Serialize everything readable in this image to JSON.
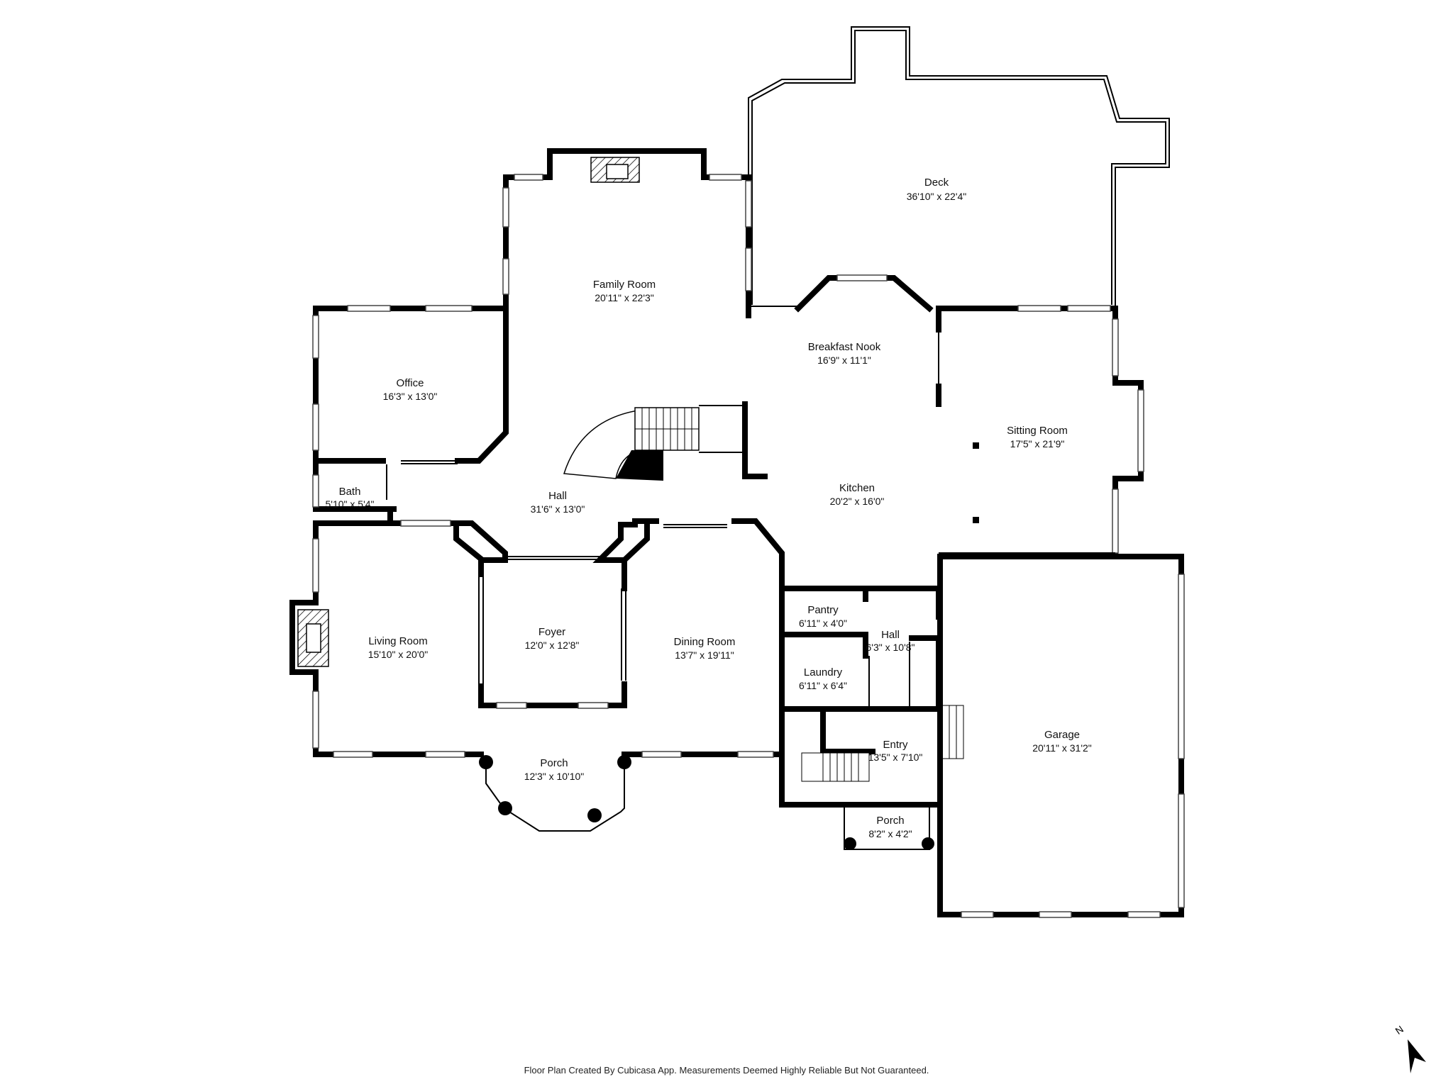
{
  "rooms": {
    "deck": {
      "name": "Deck",
      "dims": "36'10\" x 22'4\""
    },
    "family": {
      "name": "Family Room",
      "dims": "20'11\" x 22'3\""
    },
    "office": {
      "name": "Office",
      "dims": "16'3\" x 13'0\""
    },
    "breakfast": {
      "name": "Breakfast Nook",
      "dims": "16'9\" x 11'1\""
    },
    "sitting": {
      "name": "Sitting Room",
      "dims": "17'5\" x 21'9\""
    },
    "bath": {
      "name": "Bath",
      "dims": "5'10\" x 5'4\""
    },
    "hall_main": {
      "name": "Hall",
      "dims": "31'6\" x 13'0\""
    },
    "kitchen": {
      "name": "Kitchen",
      "dims": "20'2\" x 16'0\""
    },
    "pantry": {
      "name": "Pantry",
      "dims": "6'11\" x 4'0\""
    },
    "hall_small": {
      "name": "Hall",
      "dims": "6'3\" x 10'8\""
    },
    "living": {
      "name": "Living Room",
      "dims": "15'10\" x 20'0\""
    },
    "foyer": {
      "name": "Foyer",
      "dims": "12'0\" x 12'8\""
    },
    "dining": {
      "name": "Dining Room",
      "dims": "13'7\" x 19'11\""
    },
    "laundry": {
      "name": "Laundry",
      "dims": "6'11\" x 6'4\""
    },
    "garage": {
      "name": "Garage",
      "dims": "20'11\" x 31'2\""
    },
    "entry": {
      "name": "Entry",
      "dims": "13'5\" x 7'10\""
    },
    "porch_front": {
      "name": "Porch",
      "dims": "12'3\" x 10'10\""
    },
    "porch_side": {
      "name": "Porch",
      "dims": "8'2\" x 4'2\""
    }
  },
  "footer": "Floor Plan Created By Cubicasa App. Measurements Deemed Highly Reliable But Not Guaranteed.",
  "compass": {
    "label": "N",
    "icon": "north-arrow-icon"
  }
}
